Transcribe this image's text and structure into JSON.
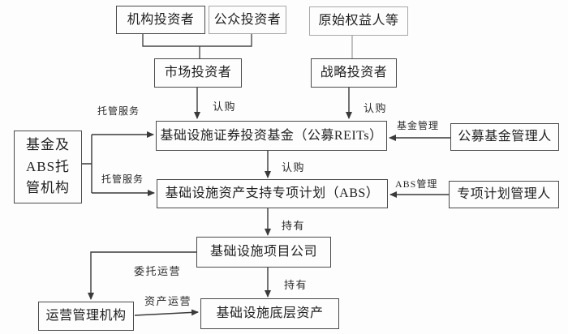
{
  "nodes": {
    "institutional_investors": "机构投资者",
    "public_investors": "公众投资者",
    "original_equity_holders": "原始权益人等",
    "market_investors": "市场投资者",
    "strategic_investors": "战略投资者",
    "reits_fund": "基础设施证券投资基金（公募REITs）",
    "public_fund_manager": "公募基金管理人",
    "abs_plan": "基础设施资产支持专项计划（ABS）",
    "special_plan_manager": "专项计划管理人",
    "custodian": "基金及\nABS托\n管机构",
    "project_company": "基础设施项目公司",
    "operation_manager": "运营管理机构",
    "underlying_assets": "基础设施底层资产"
  },
  "edge_labels": {
    "subscribe_market": "认购",
    "subscribe_strategic": "认购",
    "subscribe_reits_abs": "认购",
    "fund_management": "基金管理",
    "abs_management": "ABS管理",
    "custody_service_top": "托管服务",
    "custody_service_bottom": "托管服务",
    "hold_project": "持有",
    "hold_assets": "持有",
    "entrusted_operation": "委托运营",
    "asset_operation": "资产运营"
  },
  "colors": {
    "line": "#4a4a4a",
    "line_light": "#a8a8a8",
    "text": "#1f1f1f",
    "background": "#fdfdfd"
  }
}
